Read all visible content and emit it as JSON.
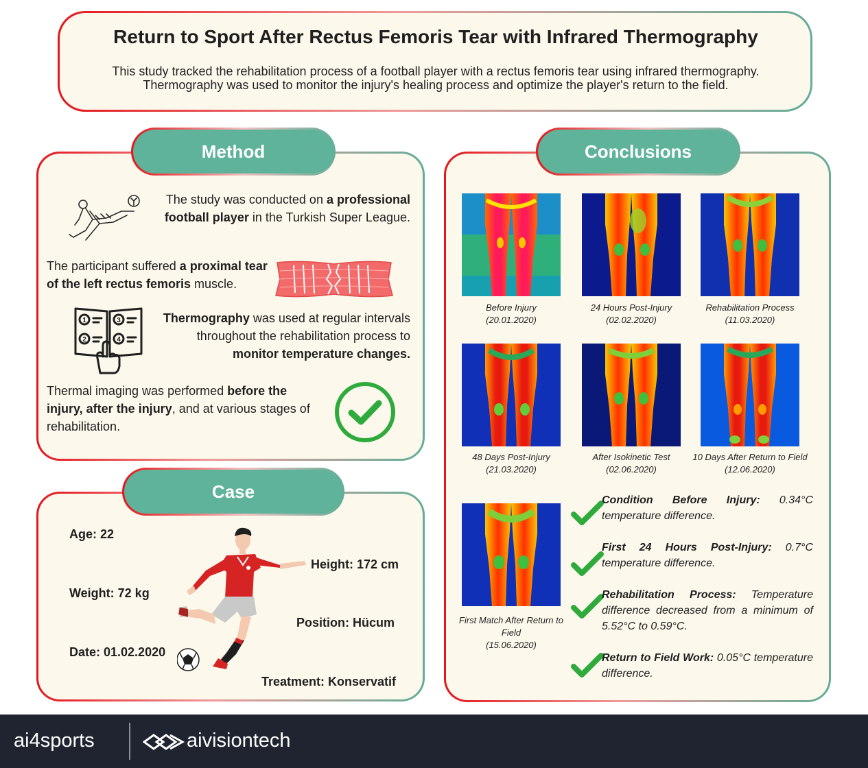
{
  "header": {
    "title": "Return to Sport After Rectus Femoris Tear with Infrared Thermography",
    "description_1": "This study tracked the rehabilitation process of a football player with a rectus femoris tear using infrared thermography.",
    "description_2": "Thermography was used to monitor the injury's healing process and optimize the player's return to the field."
  },
  "method": {
    "heading": "Method",
    "p1": {
      "t1": "The study was conducted on ",
      "b1": "a professional football player",
      "t2": " in the Turkish Super League."
    },
    "p2": {
      "t1": "The participant suffered ",
      "b1": "a proximal tear of the left rectus femoris",
      "t2": " muscle."
    },
    "p3": {
      "b1": "Thermography",
      "t1": " was used at regular intervals throughout the rehabilitation process to ",
      "b2": "monitor temperature changes."
    },
    "p4": {
      "t1": "Thermal imaging was performed ",
      "b1": "before the injury, after the injury",
      "t2": ", and at various stages of rehabilitation."
    },
    "icons": [
      "bicycle-kick-player-icon",
      "torn-muscle-icon",
      "numbered-booklet-icon",
      "checkmark-circle-icon"
    ]
  },
  "case": {
    "heading": "Case",
    "age": "Age: 22",
    "height": "Height: 172 cm",
    "weight": "Weight: 72 kg",
    "position": "Position: Hücum",
    "date": "Date: 01.02.2020",
    "treatment": "Treatment: Konservatif"
  },
  "conclusions": {
    "heading": "Conclusions",
    "images": [
      {
        "title": "Before Injury",
        "date": "(20.01.2020)"
      },
      {
        "title": "24 Hours Post-Injury",
        "date": "(02.02.2020)"
      },
      {
        "title": "Rehabilitation Process",
        "date": "(11.03.2020)"
      },
      {
        "title": "48 Days Post-Injury",
        "date": "(21.03.2020)"
      },
      {
        "title": "After Isokinetic Test",
        "date": "(02.06.2020)"
      },
      {
        "title": "10 Days After Return to Field",
        "date": "(12.06.2020)"
      },
      {
        "title": "First Match After Return to Field",
        "date": "(15.06.2020)"
      }
    ],
    "items": [
      {
        "label": "Condition Before Injury:",
        "text": " 0.34°C temperature difference."
      },
      {
        "label": "First 24 Hours Post-Injury:",
        "text": " 0.7°C temperature difference."
      },
      {
        "label": "Rehabilitation Process:",
        "text": " Temperature difference decreased from a minimum of 5.52°C to 0.59°C."
      },
      {
        "label": "Return to Field Work:",
        "text": " 0.05°C temperature difference."
      }
    ]
  },
  "footer": {
    "brand_1": "ai4sports",
    "brand_2": "aivisiontech"
  },
  "colors": {
    "accent_green": "#5fb39b",
    "accent_red": "#e3161b",
    "panel_bg": "#fcf8ec",
    "footer_bg": "#1f2430",
    "check_green": "#2faa3c"
  }
}
